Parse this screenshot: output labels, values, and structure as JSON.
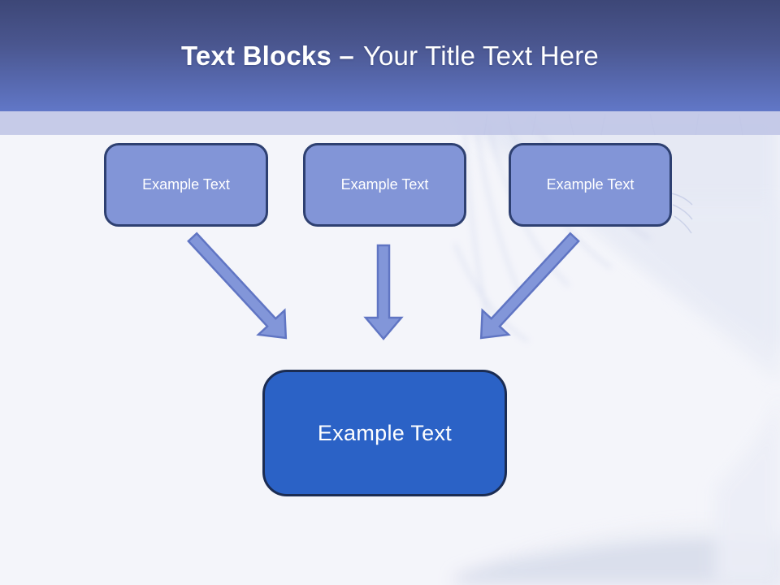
{
  "header": {
    "title_bold": "Text Blocks –",
    "title_regular": "Your Title Text Here"
  },
  "diagram": {
    "top_blocks": [
      {
        "label": "Example Text"
      },
      {
        "label": "Example Text"
      },
      {
        "label": "Example Text"
      }
    ],
    "center_block": {
      "label": "Example Text"
    },
    "arrows": [
      {
        "name": "arrow-down-right"
      },
      {
        "name": "arrow-down"
      },
      {
        "name": "arrow-down-left"
      }
    ]
  },
  "colors": {
    "header_gradient_top": "#3d4777",
    "header_gradient_bottom": "#6177c7",
    "header_strip": "#c1c7e6",
    "top_block_fill": "#8295d7",
    "top_block_border": "#2e4071",
    "center_block_fill": "#2b62c6",
    "center_block_border": "#1b2c52",
    "arrow_fill": "#8296d9",
    "arrow_outline": "#6075c3",
    "background": "#f4f5fa",
    "title_text": "#ffffff"
  }
}
